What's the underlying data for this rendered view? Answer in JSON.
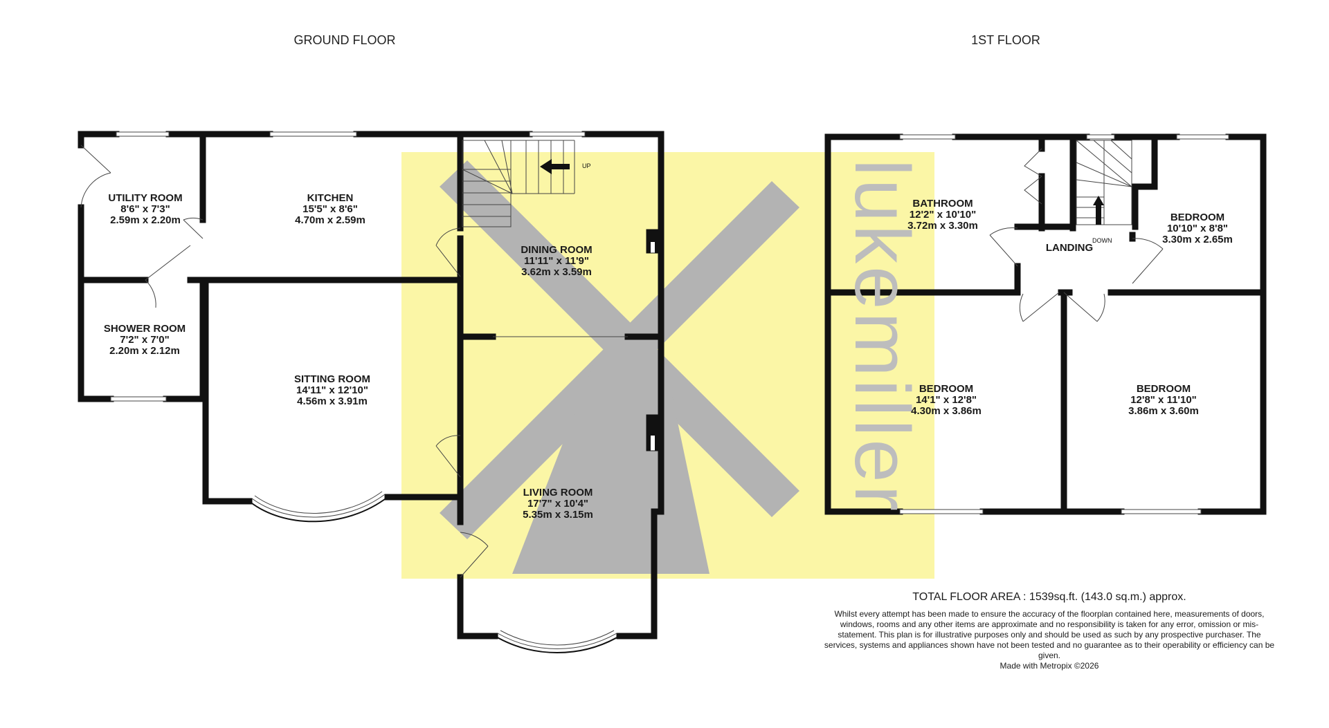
{
  "floors": {
    "ground": {
      "title": "GROUND FLOOR"
    },
    "first": {
      "title": "1ST FLOOR"
    }
  },
  "rooms": {
    "utility": {
      "name": "UTILITY ROOM",
      "imperial": "8'6\"  x 7'3\"",
      "metric": "2.59m  x 2.20m"
    },
    "kitchen": {
      "name": "KITCHEN",
      "imperial": "15'5\"  x 8'6\"",
      "metric": "4.70m  x 2.59m"
    },
    "dining": {
      "name": "DINING ROOM",
      "imperial": "11'11\"  x 11'9\"",
      "metric": "3.62m  x 3.59m"
    },
    "shower": {
      "name": "SHOWER ROOM",
      "imperial": "7'2\"  x 7'0\"",
      "metric": "2.20m  x 2.12m"
    },
    "sitting": {
      "name": "SITTING ROOM",
      "imperial": "14'11\"  x 12'10\"",
      "metric": "4.56m  x 3.91m"
    },
    "living": {
      "name": "LIVING ROOM",
      "imperial": "17'7\"  x 10'4\"",
      "metric": "5.35m  x 3.15m"
    },
    "bathroom": {
      "name": "BATHROOM",
      "imperial": "12'2\"  x 10'10\"",
      "metric": "3.72m  x 3.30m"
    },
    "bedroom1": {
      "name": "BEDROOM",
      "imperial": "10'10\"  x 8'8\"",
      "metric": "3.30m  x 2.65m"
    },
    "bedroom2": {
      "name": "BEDROOM",
      "imperial": "14'1\"  x 12'8\"",
      "metric": "4.30m  x 3.86m"
    },
    "bedroom3": {
      "name": "BEDROOM",
      "imperial": "12'8\"  x 11'10\"",
      "metric": "3.86m  x 3.60m"
    },
    "landing": {
      "name": "LANDING"
    }
  },
  "stairs": {
    "up_label": "UP",
    "down_label": "DOWN"
  },
  "watermark": {
    "text": "lukemiller"
  },
  "footer": {
    "total_area": "TOTAL FLOOR AREA : 1539sq.ft. (143.0 sq.m.) approx.",
    "disclaimer": "Whilst every attempt has been made to ensure the accuracy of the floorplan contained here, measurements of doors, windows, rooms and any other items are approximate and no responsibility is taken for any error, omission or mis-statement. This plan is for illustrative purposes only and should be used as such by any prospective purchaser. The services, systems and appliances shown have not been tested and no guarantee as to their operability or efficiency can be given.",
    "credit": "Made with Metropix ©2026"
  },
  "colors": {
    "wall": "#111111",
    "watermark_background": "#fbf6a6",
    "watermark_shape": "#b3b3b3"
  }
}
